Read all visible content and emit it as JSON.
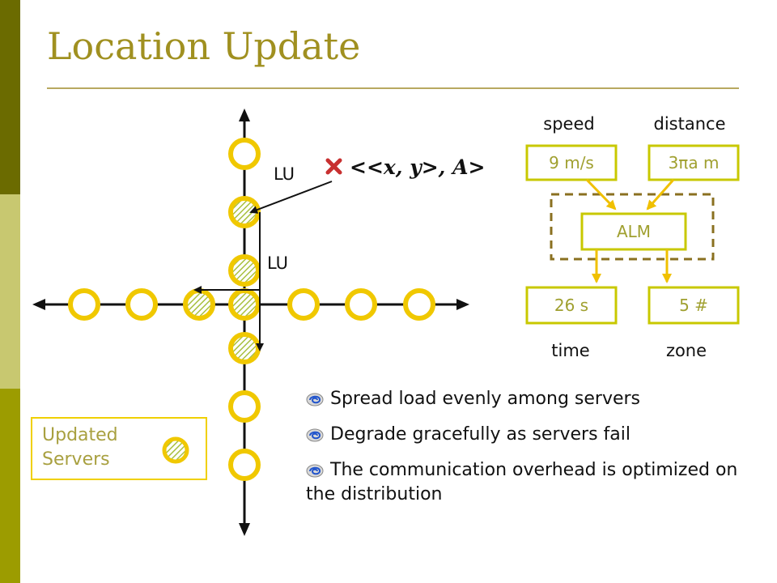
{
  "slide": {
    "title": "Location Update"
  },
  "diagram": {
    "lu_label_top": "LU",
    "lu_label_mid": "LU",
    "coord_label": "<<x, y>, A>",
    "speed_label": "speed",
    "distance_label": "distance",
    "speed_value": "9 m/s",
    "distance_value": "3πa m",
    "alm_label": "ALM",
    "time_value": "26 s",
    "zone_value": "5 #",
    "time_label": "time",
    "zone_label": "zone"
  },
  "legend": {
    "line1": "Updated",
    "line2": "Servers"
  },
  "bullets": [
    "Spread load evenly among servers",
    "Degrade gracefully as servers fail",
    "The communication overhead is optimized on the distribution"
  ],
  "colors": {
    "accent": "#a09020",
    "server": "#f0c800",
    "hatch": "#b8c860",
    "box_border": "#c8c800",
    "dashed": "#8a7020"
  },
  "icons": {
    "bullet": "swirl-bullet-icon",
    "marker": "x-marker-icon"
  }
}
